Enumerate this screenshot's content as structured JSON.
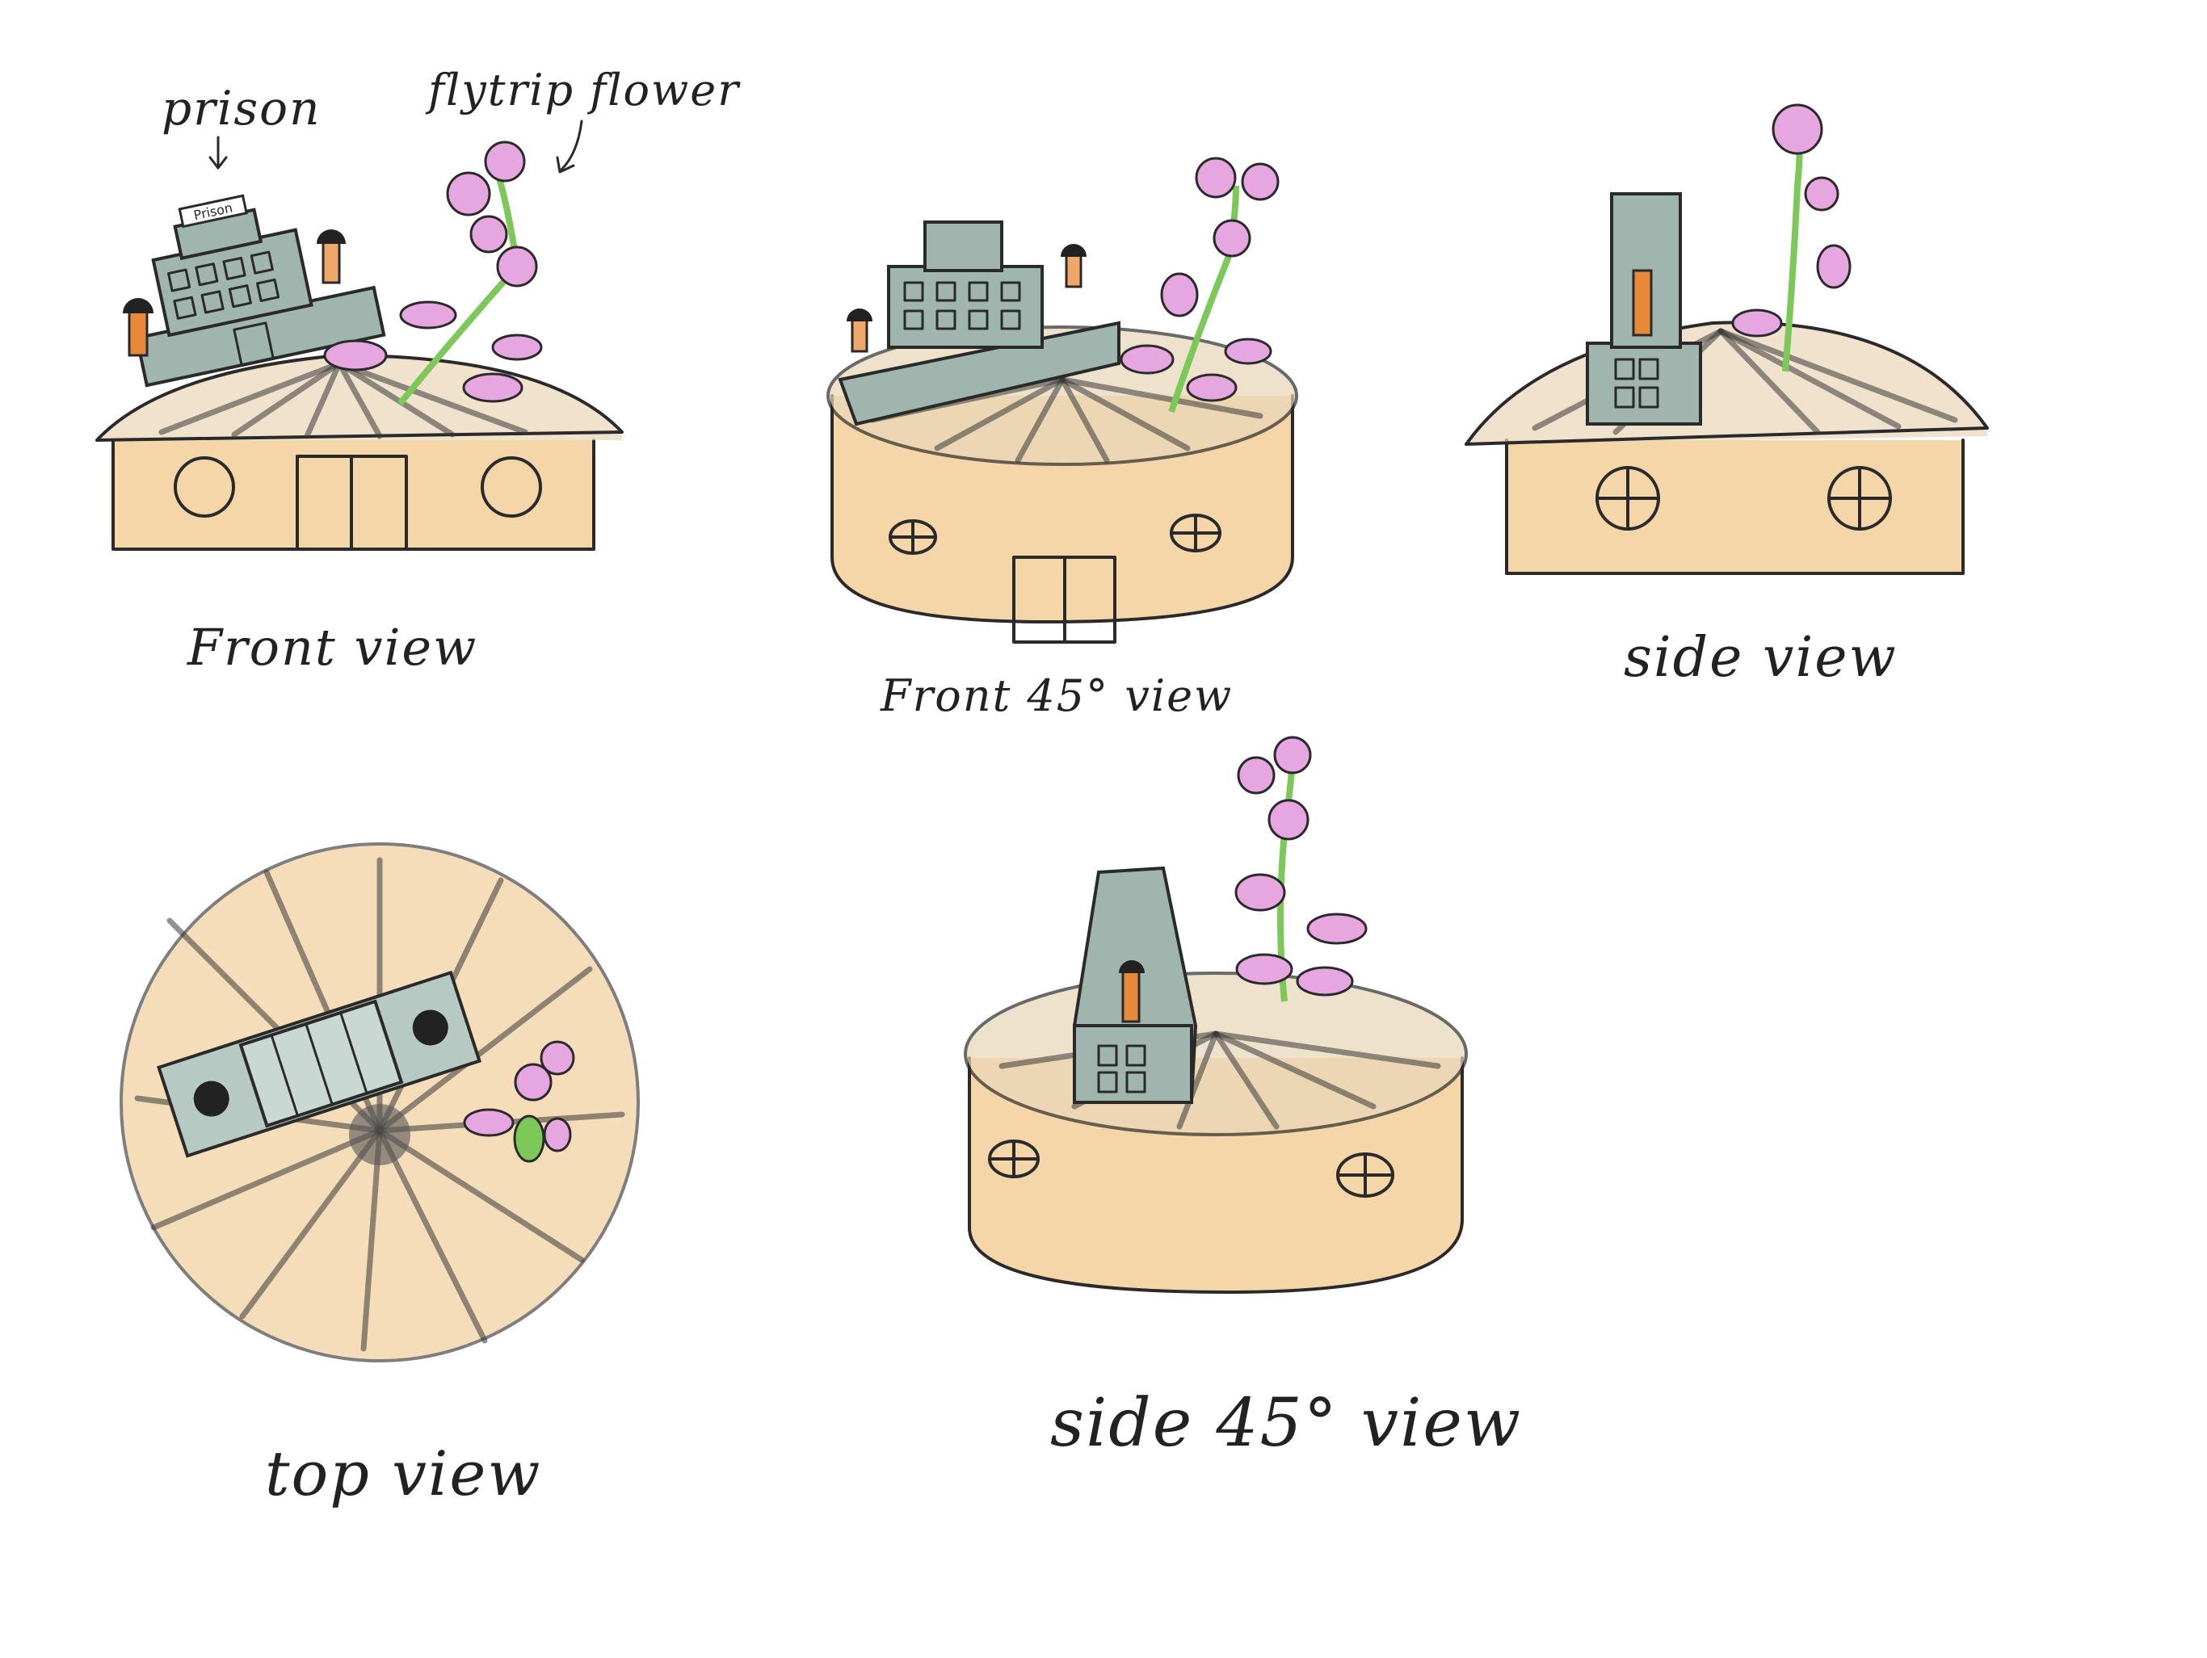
{
  "annotations": {
    "prison": "prison",
    "flytrap_flower": "flytrip flower"
  },
  "building_sign": "Prison",
  "captions": {
    "front_view": "Front view",
    "front_45_view": "Front 45° view",
    "side_view": "side view",
    "top_view": "top view",
    "side_45_view": "side 45° view"
  },
  "colors": {
    "wall": "#f0c88c",
    "roof": "#e9d6b8",
    "prison": "#9fb5ad",
    "flower": "#e6a6e0",
    "stem": "#7cc95a",
    "guard": "#e8893a",
    "ink": "#2a2a2a"
  }
}
